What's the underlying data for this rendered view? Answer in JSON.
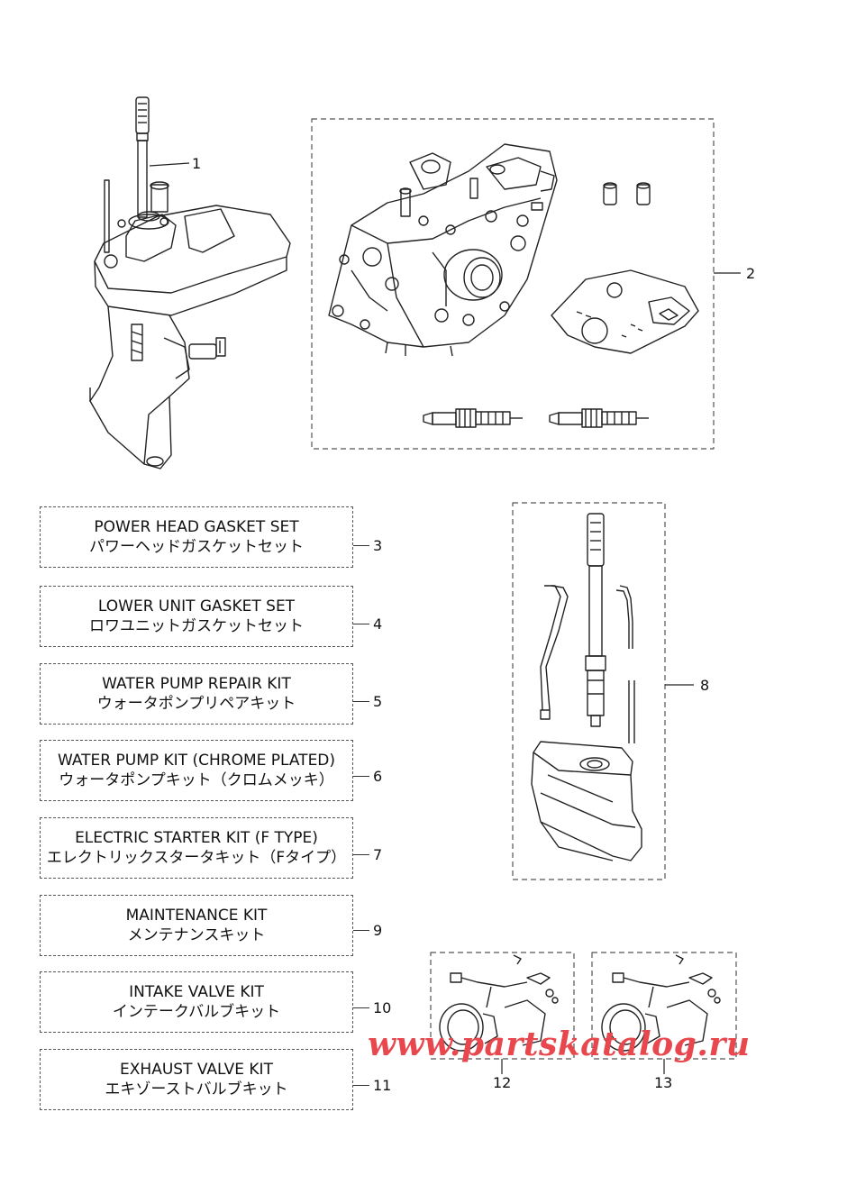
{
  "callouts": {
    "c1": "1",
    "c2": "2",
    "c8": "8",
    "c12": "12",
    "c13": "13"
  },
  "kits": [
    {
      "num": "3",
      "en": "POWER HEAD GASKET SET",
      "jp": "パワーヘッドガスケットセット"
    },
    {
      "num": "4",
      "en": "LOWER UNIT GASKET SET",
      "jp": "ロワユニットガスケットセット"
    },
    {
      "num": "5",
      "en": "WATER PUMP REPAIR KIT",
      "jp": "ウォータポンプリペアキット"
    },
    {
      "num": "6",
      "en": "WATER PUMP KIT (CHROME PLATED)",
      "jp": "ウォータポンプキット（クロムメッキ）"
    },
    {
      "num": "7",
      "en": "ELECTRIC STARTER KIT (F TYPE)",
      "jp": "エレクトリックスタータキット（Fタイプ）"
    },
    {
      "num": "9",
      "en": "MAINTENANCE KIT",
      "jp": "メンテナンスキット"
    },
    {
      "num": "10",
      "en": "INTAKE VALVE KIT",
      "jp": "インテークバルブキット"
    },
    {
      "num": "11",
      "en": "EXHAUST VALVE KIT",
      "jp": "エキゾーストバルブキット"
    }
  ],
  "watermark": "www.partskatalog.ru"
}
